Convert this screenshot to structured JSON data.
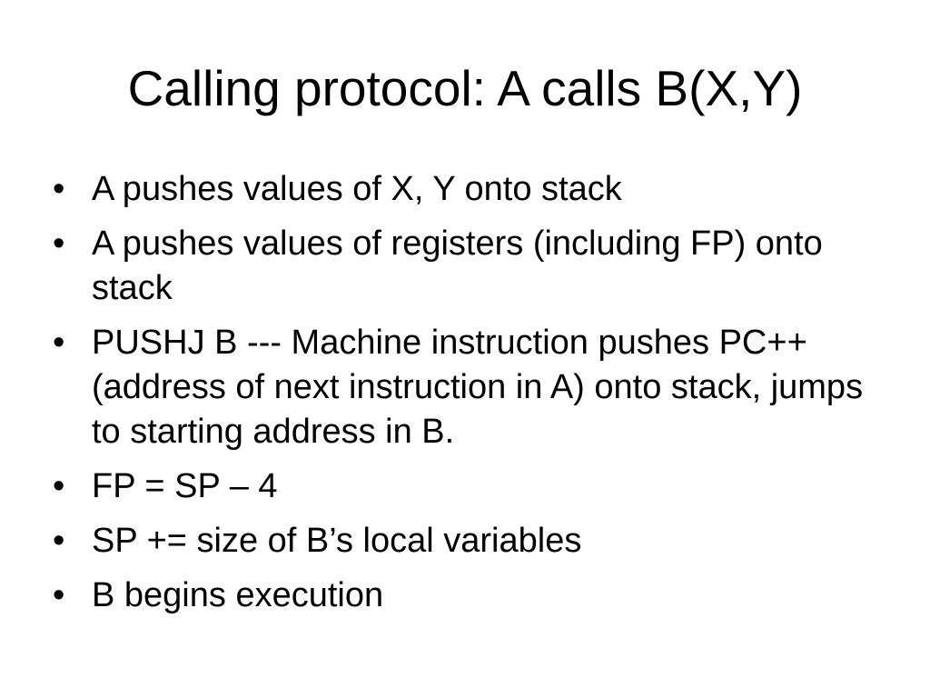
{
  "slide": {
    "title": "Calling protocol: A calls B(X,Y)",
    "bullet_glyph": "•",
    "bullets": [
      {
        "text": "A pushes values of X, Y onto stack"
      },
      {
        "text": "A pushes values of registers (including FP) onto stack"
      },
      {
        "text": "PUSHJ B --- Machine instruction pushes PC++ (address of next instruction in A) onto stack, jumps to starting address in B."
      },
      {
        "text": "FP = SP – 4"
      },
      {
        "text": "SP += size of B’s local variables"
      },
      {
        "text": "B begins execution"
      }
    ]
  }
}
